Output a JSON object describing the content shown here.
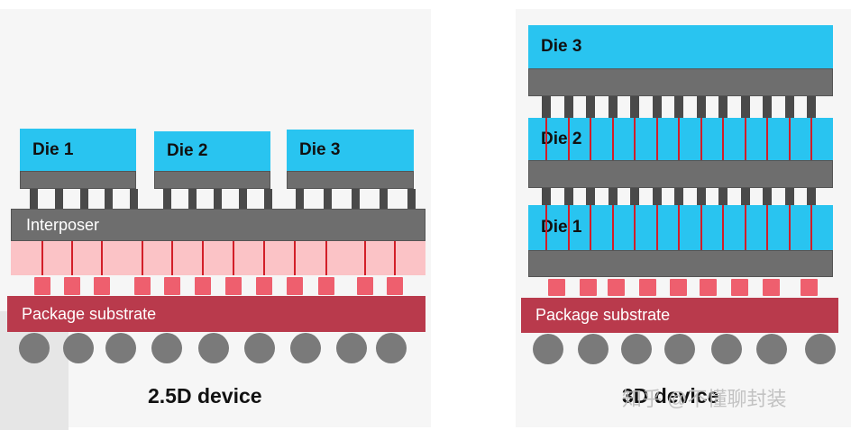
{
  "left_device": {
    "dies": [
      "Die 1",
      "Die 2",
      "Die 3"
    ],
    "interposer_label": "Interposer",
    "substrate_label": "Package substrate",
    "caption": "2.5D device"
  },
  "right_device": {
    "dies_top_to_bottom": [
      "Die 3",
      "Die 2",
      "Die 1"
    ],
    "substrate_label": "Package substrate",
    "caption": "3D device"
  },
  "watermark": "知乎 @不懂聊封装",
  "colors": {
    "die": "#29c4f0",
    "interposer": "#6e6e6e",
    "substrate": "#b93a4c",
    "tsv": "#d21e28",
    "pad": "#ee5f6e",
    "ball": "#7a7a7a"
  }
}
